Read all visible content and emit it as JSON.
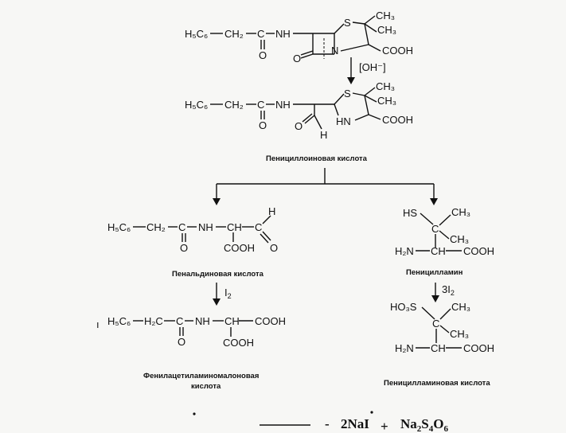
{
  "labels": {
    "penicilloic_acid": "Пенициллоиновая кислота",
    "penaldic_acid": "Пенальдиновая кислота",
    "penicillamine": "Пеницилламин",
    "phenylacetylaminomalonic_line1": "Фенилацетиламиномалоновая",
    "phenylacetylaminomalonic_line2": "кислота",
    "penicillamic_acid": "Пеницилламиновая кислота"
  },
  "reagents": {
    "hydroxide": "[OH⁻]",
    "iodine": "I",
    "iodine_sub": "2",
    "triiodine": "3I",
    "triiodine_sub": "2"
  },
  "bottom_equation": {
    "dash": "-",
    "term1": "2NaI",
    "plus": "+",
    "term2_base": "Na",
    "term2_s": "S",
    "term2_o": "O",
    "sub2": "2",
    "sub4": "4",
    "sub6": "6"
  },
  "atoms": {
    "C": "C",
    "H": "H",
    "N": "N",
    "NH": "NH",
    "O": "O",
    "S": "S",
    "HS": "HS",
    "H2N": "H₂N",
    "CH": "CH",
    "CH3": "CH₃",
    "COOH": "COOH",
    "CH2": "CH₂",
    "H5C6": "H₅C₆",
    "HO3S": "HO₃S",
    "CH_dash": "CH—"
  }
}
